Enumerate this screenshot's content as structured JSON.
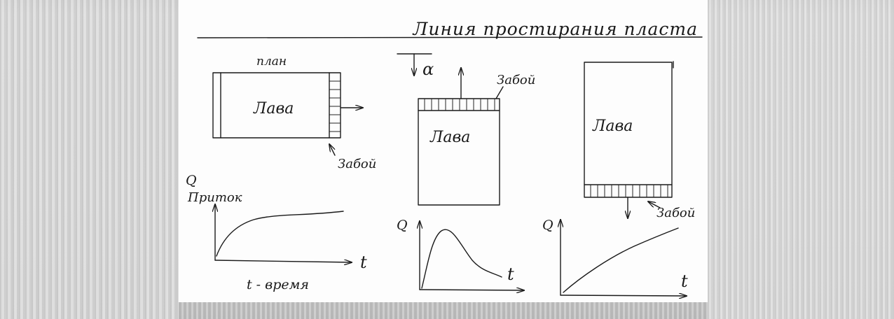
{
  "title": "Линия простирания пласта",
  "left_panel": {
    "plan_label": "план",
    "lava_label": "Лава",
    "face_label": "Забой",
    "axis_q": "Q",
    "inflow_label": "Приток",
    "axis_t": "t",
    "time_label": "t - время"
  },
  "middle_panel": {
    "dip_label": "α",
    "lava_label": "Лава",
    "face_label": "Забой",
    "axis_q": "Q",
    "axis_t": "t"
  },
  "right_panel": {
    "lava_label": "Лава",
    "face_label": "Забой",
    "axis_q": "Q",
    "axis_t": "t"
  }
}
